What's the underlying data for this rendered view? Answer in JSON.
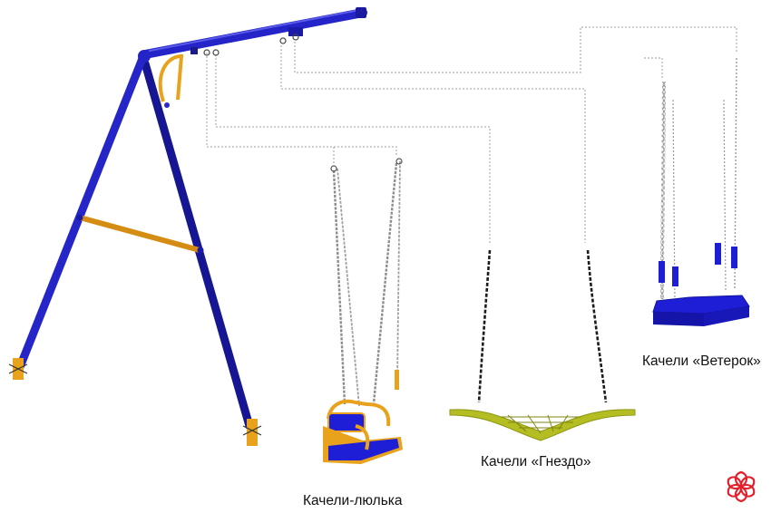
{
  "captions": {
    "cradle": "Качели-люлька",
    "nest": "Качели «Гнездо»",
    "breeze": "Качели «Ветерок»"
  },
  "logo": {
    "name": "flower-logo-icon"
  },
  "colors": {
    "frame_blue": "#2424c8",
    "frame_blue_dark": "#161693",
    "accent_orange": "#e8a21c",
    "seat_blue": "#1e1ed6",
    "nest_olive": "#b4be22",
    "chain_gray": "#9a9a9a",
    "rope_black": "#1c1c1c",
    "guide_line": "#9a9a9a",
    "logo_red": "#e0202a"
  }
}
